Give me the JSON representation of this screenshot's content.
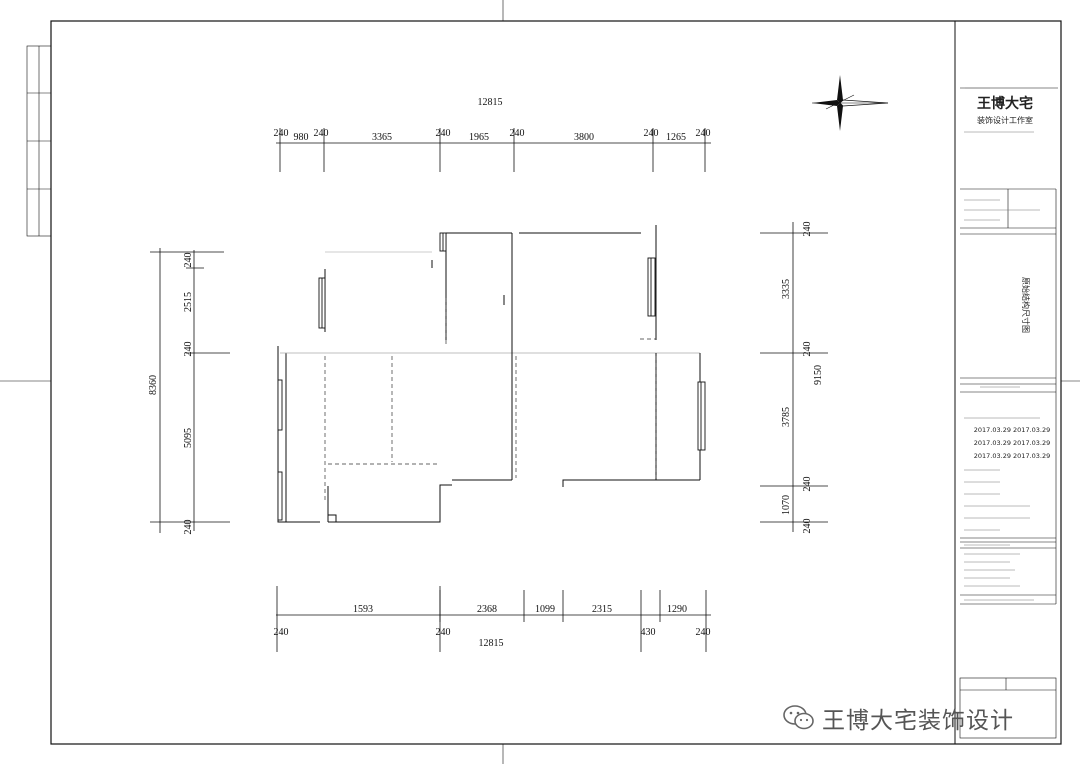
{
  "drawing": {
    "top_dims": {
      "total": "12815",
      "segments": [
        "240",
        "980",
        "240",
        "3365",
        "240",
        "1965",
        "240",
        "3800",
        "240",
        "1265",
        "240"
      ]
    },
    "bottom_dims": {
      "total": "12815",
      "upper": [
        "1593",
        "2368",
        "1099",
        "2315",
        "1290"
      ],
      "lower": [
        "240",
        "240",
        "430",
        "240"
      ]
    },
    "left_dims": {
      "total": "8360",
      "segments": [
        "240",
        "2515",
        "240",
        "5095",
        "240"
      ]
    },
    "right_dims": {
      "total": "9150",
      "segments": [
        "240",
        "3335",
        "240",
        "3785",
        "240",
        "1070",
        "240"
      ]
    }
  },
  "title_block": {
    "company_name": "王博大宅",
    "company_sub": "装饰设计工作室",
    "drawing_name": "原始结构尺寸图",
    "date_rows": [
      "2017.03.29  2017.03.29",
      "2017.03.29  2017.03.29",
      "2017.03.29  2017.03.29"
    ]
  },
  "watermark": {
    "text": "王博大宅装饰设计"
  },
  "icons": {
    "north_arrow": "compass-star-icon",
    "wechat": "wechat-icon"
  }
}
